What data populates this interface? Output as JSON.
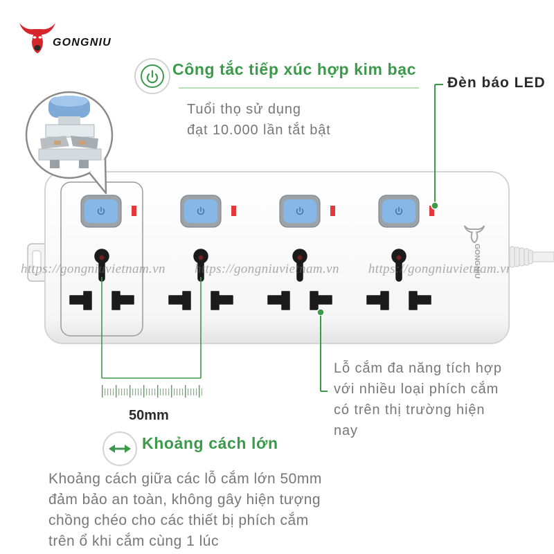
{
  "brand": {
    "logo_text": "GONGNIU",
    "logo_icon": "bull-head-icon"
  },
  "colors": {
    "accent_green": "#3a9a4a",
    "body_gray": "#777777",
    "heading_dark": "#2b2b2b",
    "brand_red": "#d7262b",
    "switch_blue": "#86b7e6",
    "led_red": "#e23a3a"
  },
  "switch_feature": {
    "icon": "power-icon",
    "title": "Công tắc tiếp xúc hợp kim bạc",
    "lines": [
      "Tuổi thọ sử dụng",
      "đạt 10.000 lần tắt bật"
    ]
  },
  "led_feature": {
    "title": "Đèn báo LED"
  },
  "socket_feature": {
    "lines": [
      "Lỗ cắm đa năng tích hợp",
      "với nhiều loại phích cắm",
      "có trên thị trường hiện",
      "nay"
    ]
  },
  "spacing_feature": {
    "icon": "double-arrow-icon",
    "measurement": "50mm",
    "title": "Khoảng cách lớn",
    "lines": [
      "Khoảng cách giữa các lỗ cắm lớn 50mm",
      "đảm bảo an toàn, không gây hiện tượng",
      "chồng chéo cho các thiết bị phích cắm",
      "trên ổ khi cắm cùng 1 lúc"
    ]
  },
  "product": {
    "strip_logo_text": "GONGNIU",
    "watermark": "https://gongniuvietnam.vn"
  }
}
